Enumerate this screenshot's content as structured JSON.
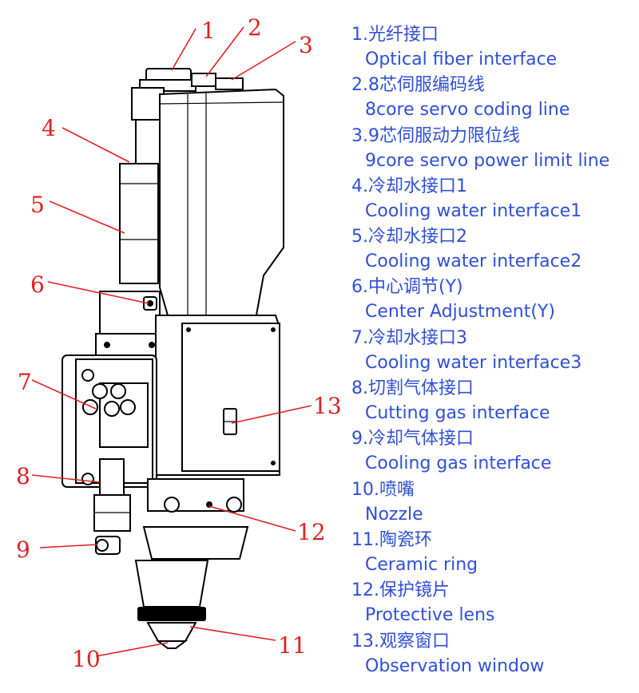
{
  "callouts": [
    {
      "num": "1",
      "zh": "1.光纤接口",
      "en": "Optical fiber interface"
    },
    {
      "num": "2",
      "zh": "2.8芯伺服编码线",
      "en": "8core servo coding line"
    },
    {
      "num": "3",
      "zh": "3.9芯伺服动力限位线",
      "en": "9core servo power limit line"
    },
    {
      "num": "4",
      "zh": "4.冷却水接口1",
      "en": "Cooling water interface1"
    },
    {
      "num": "5",
      "zh": "5.冷却水接口2",
      "en": "Cooling water interface2"
    },
    {
      "num": "6",
      "zh": "6.中心调节(Y)",
      "en": "Center Adjustment(Y)"
    },
    {
      "num": "7",
      "zh": "7.冷却水接口3",
      "en": "Cooling water interface3"
    },
    {
      "num": "8",
      "zh": "8.切割气体接口",
      "en": "Cutting gas interface"
    },
    {
      "num": "9",
      "zh": "9.冷却气体接口",
      "en": "Cooling gas interface"
    },
    {
      "num": "10",
      "zh": "10.喷嘴",
      "en": "Nozzle"
    },
    {
      "num": "11",
      "zh": "11.陶瓷环",
      "en": "Ceramic ring"
    },
    {
      "num": "12",
      "zh": "12.保护镜片",
      "en": "Protective lens"
    },
    {
      "num": "13",
      "zh": "13.观察窗口",
      "en": "Observation window"
    }
  ],
  "colors": {
    "callout": "#e02020",
    "legend_text": "#2f4fd8",
    "line_art": "#000000"
  }
}
